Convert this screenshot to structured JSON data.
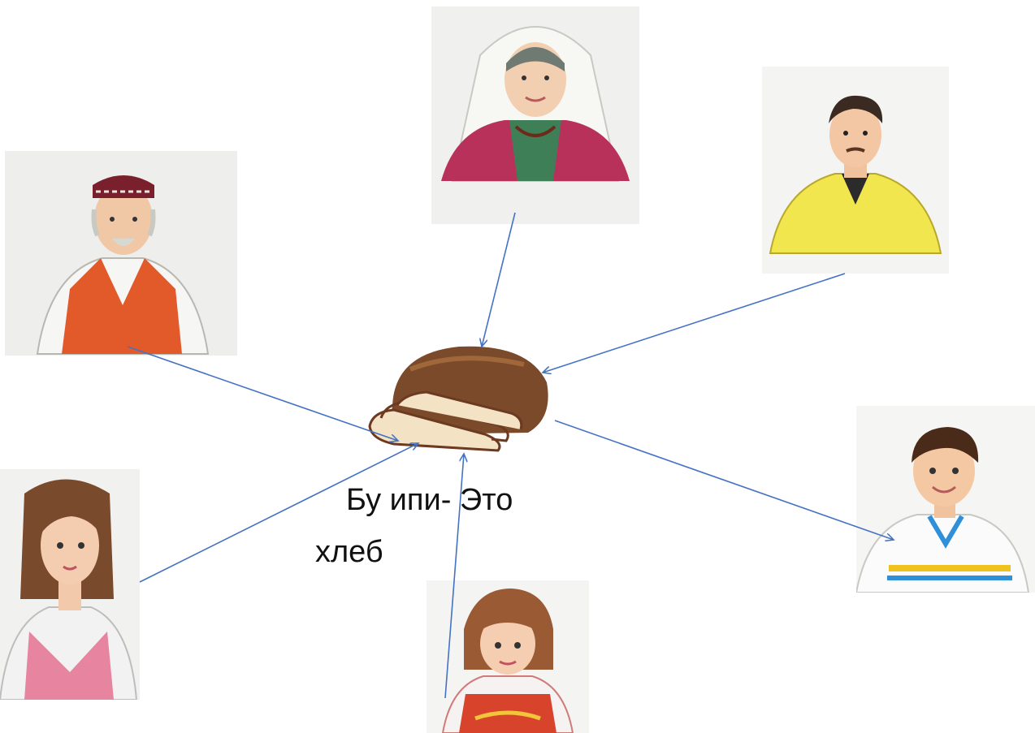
{
  "caption": {
    "line1": "Бу ипи- Это",
    "line2": "хлеб"
  },
  "colors": {
    "arrow": "#4472c4",
    "card_bg": "#f2f2f1",
    "bread_crust": "#7a4a2a",
    "bread_crumb": "#f3e3c4"
  },
  "icons": {
    "grandmother": "grandmother-figure",
    "father": "father-figure",
    "grandfather": "grandfather-figure",
    "bread": "bread-loaf-icon",
    "mother": "mother-figure",
    "son": "son-figure",
    "daughter": "daughter-figure"
  }
}
